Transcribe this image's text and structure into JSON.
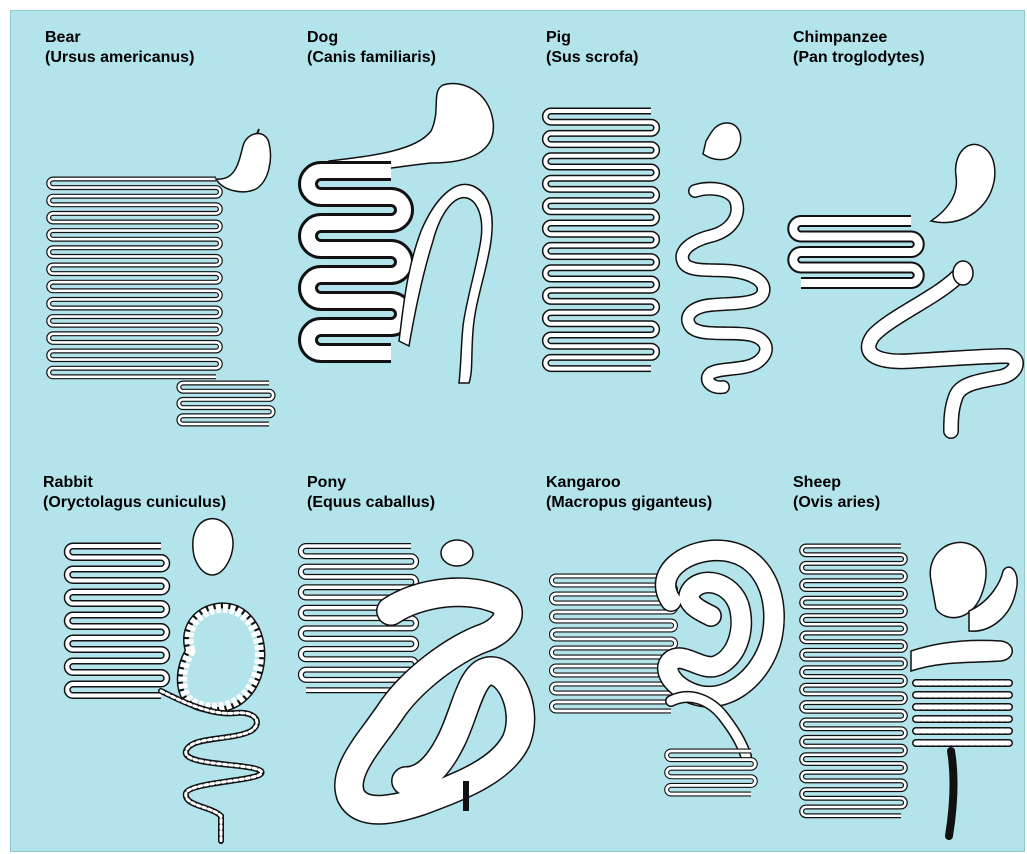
{
  "animals": [
    {
      "id": "bear",
      "name": "Bear",
      "species": "(Ursus americanus)"
    },
    {
      "id": "dog",
      "name": "Dog",
      "species": "(Canis familiaris)"
    },
    {
      "id": "pig",
      "name": "Pig",
      "species": "(Sus scrofa)"
    },
    {
      "id": "chimpanzee",
      "name": "Chimpanzee",
      "species": "(Pan troglodytes)"
    },
    {
      "id": "rabbit",
      "name": "Rabbit",
      "species": "(Oryctolagus cuniculus)"
    },
    {
      "id": "pony",
      "name": "Pony",
      "species": "(Equus caballus)"
    },
    {
      "id": "kangaroo",
      "name": "Kangaroo",
      "species": "(Macropus giganteus)"
    },
    {
      "id": "sheep",
      "name": "Sheep",
      "species": "(Ovis aries)"
    }
  ],
  "colors": {
    "background": "#b3e4ec",
    "organ_fill": "#ffffff",
    "outline": "#111111"
  }
}
